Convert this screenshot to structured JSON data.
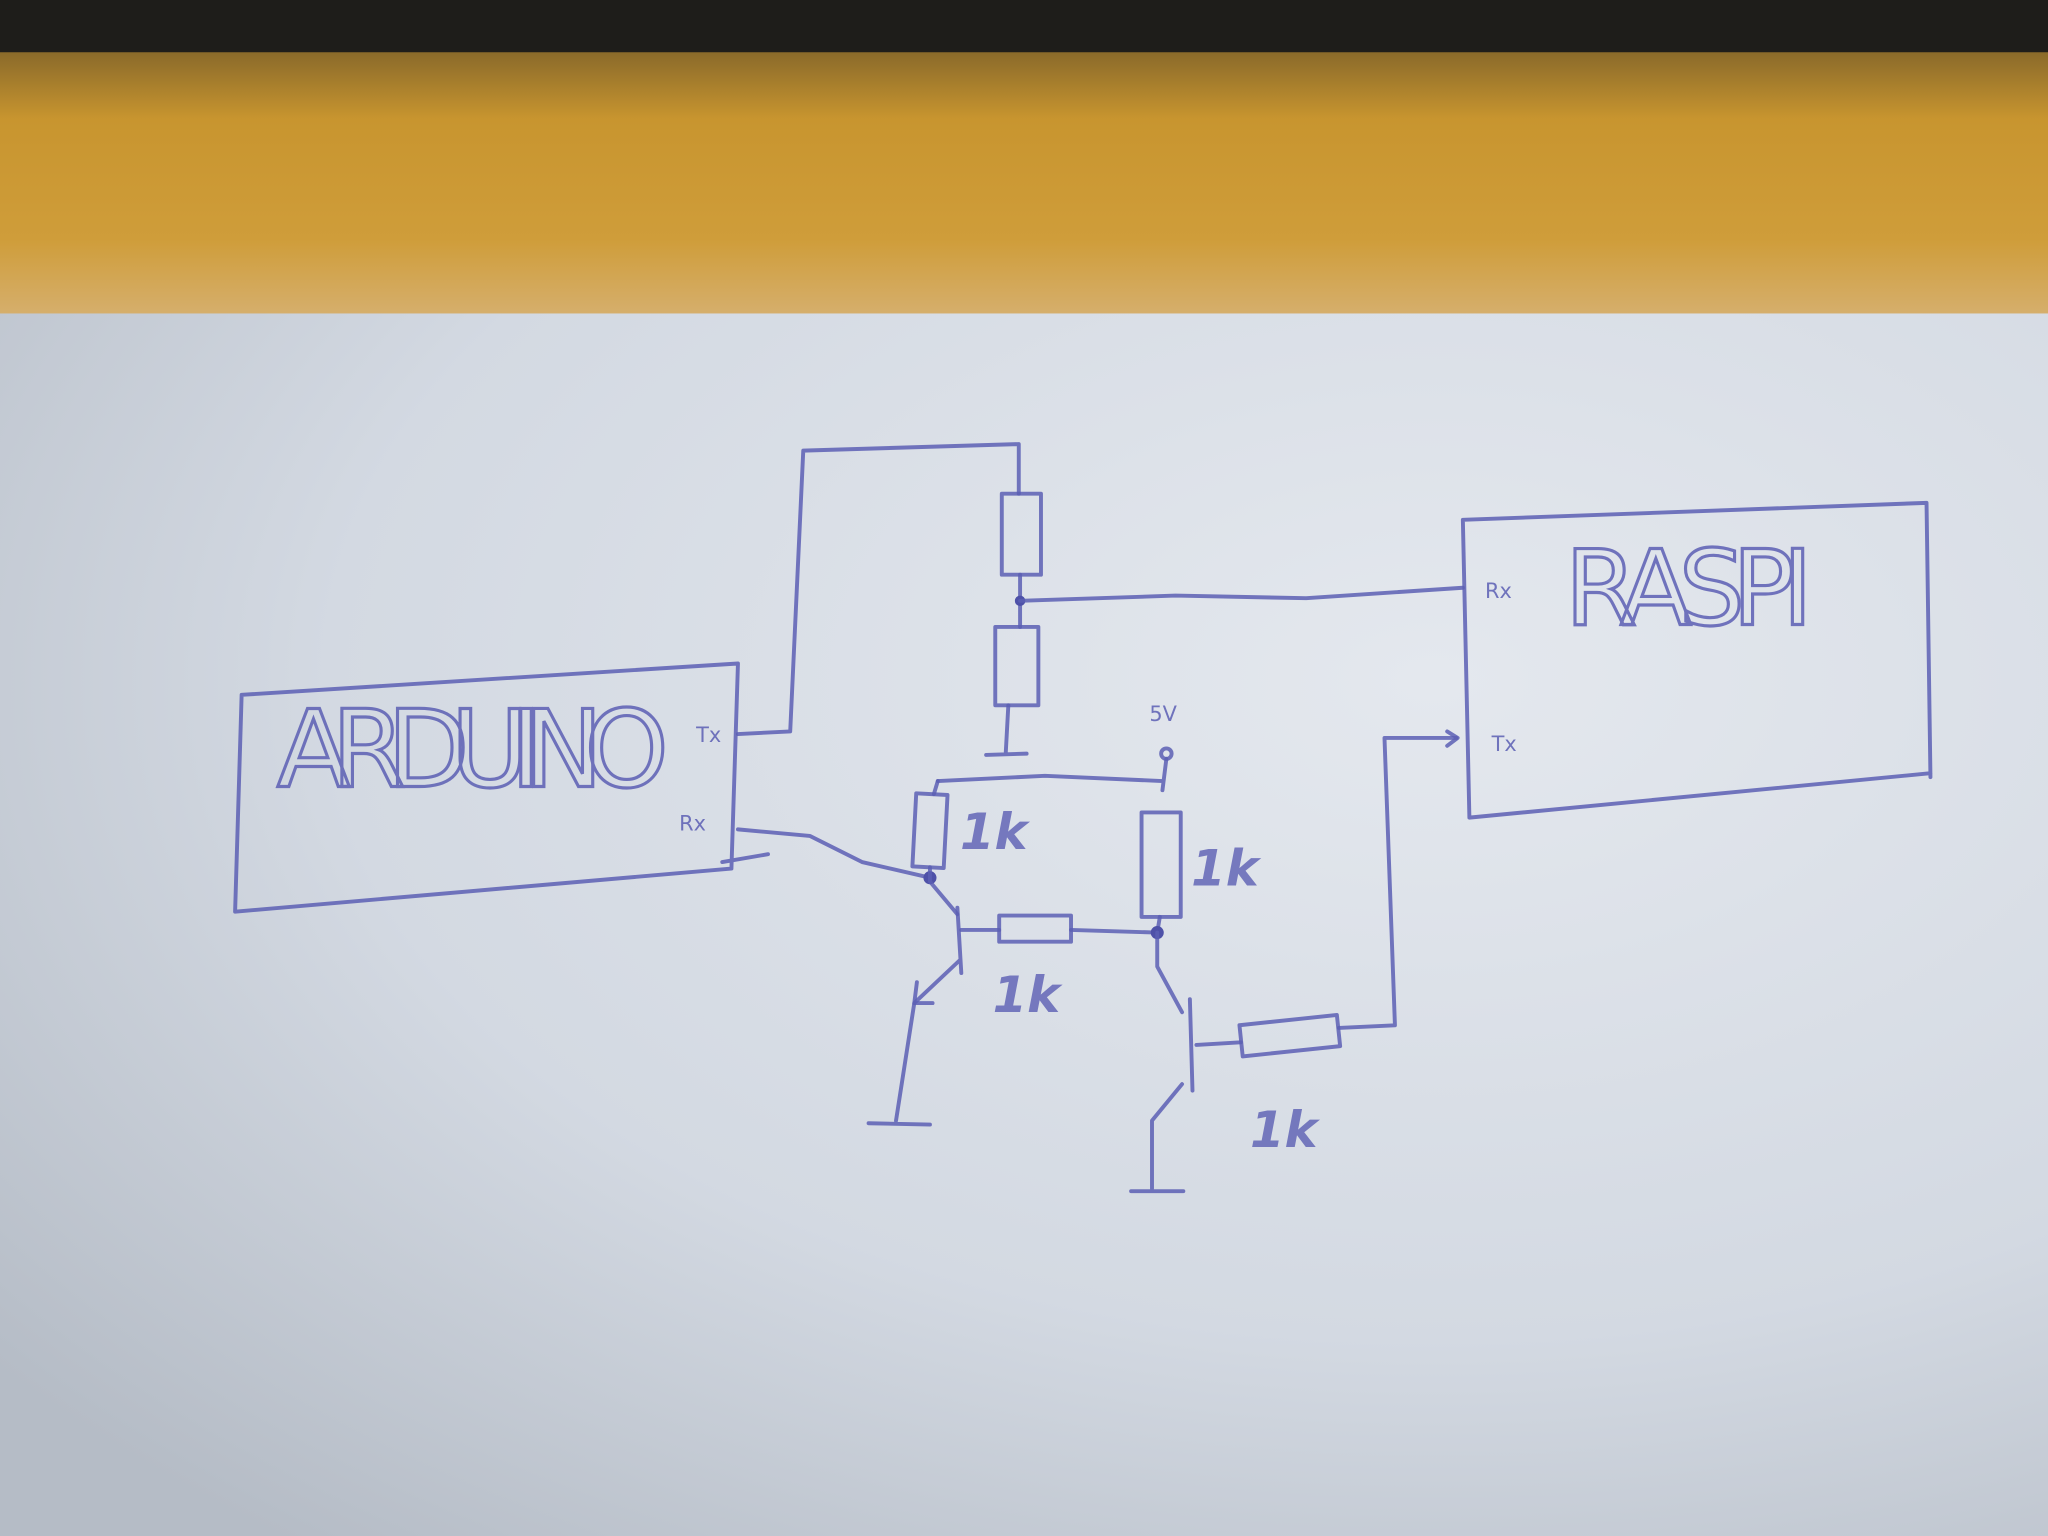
{
  "colors": {
    "ink": "#5c5fb4",
    "paper": "#d9dee7",
    "wood": "#c38f2c",
    "top_strip": "#1e1d1a"
  },
  "arduino": {
    "title": "ARDUINO",
    "tx": "Tx",
    "rx": "Rx"
  },
  "raspi": {
    "title": "RASPI",
    "rx": "Rx",
    "tx": "Tx"
  },
  "supply": {
    "label": "5V"
  },
  "resistors": {
    "r_collector_left": "1k",
    "r_collector_right": "1k",
    "r_coupling": "1k",
    "r_base_raspi": "1k"
  }
}
